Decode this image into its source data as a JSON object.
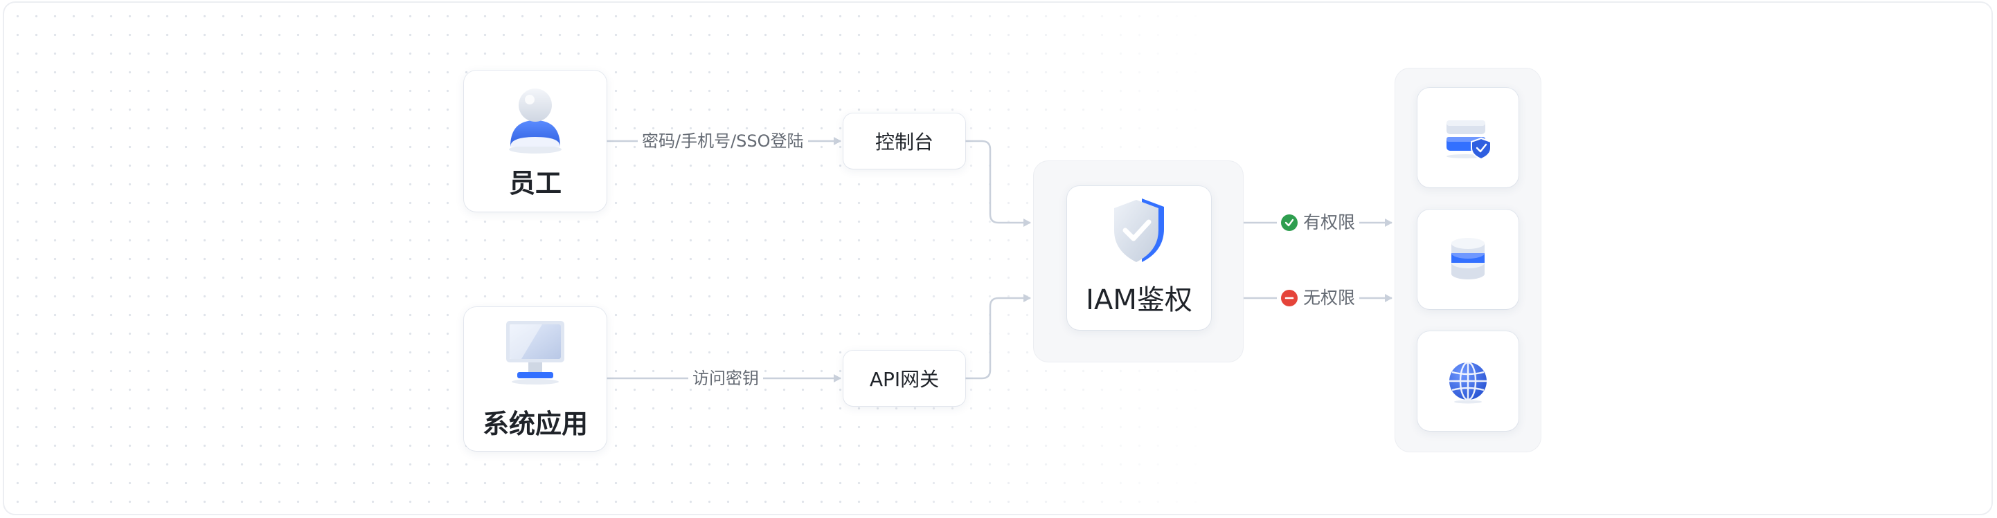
{
  "nodes": {
    "employee": {
      "label": "员工",
      "icon": "user-icon"
    },
    "system_app": {
      "label": "系统应用",
      "icon": "monitor-icon"
    },
    "console": {
      "label": "控制台"
    },
    "api_gateway": {
      "label": "API网关"
    },
    "iam": {
      "label": "IAM鉴权",
      "icon": "shield-check-icon"
    }
  },
  "edges": {
    "employee_to_console": "密码/手机号/SSO登陆",
    "system_to_gateway": "访问密钥"
  },
  "results": {
    "allowed": {
      "label": "有权限",
      "icon": "check-circle-icon",
      "color": "#2e9e4f"
    },
    "denied": {
      "label": "无权限",
      "icon": "minus-circle-icon",
      "color": "#e5443a"
    }
  },
  "resources": [
    {
      "icon": "server-shield-icon"
    },
    {
      "icon": "database-icon"
    },
    {
      "icon": "globe-icon"
    }
  ],
  "colors": {
    "accent_blue": "#3370ff",
    "wire": "#c9d0db",
    "text": "#1f2329",
    "muted_text": "#646a73"
  }
}
